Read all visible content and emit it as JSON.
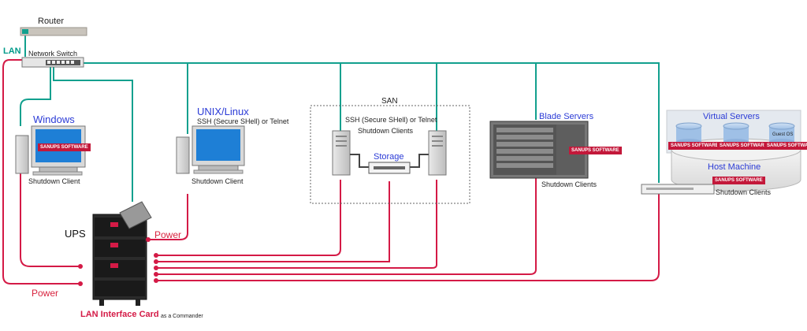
{
  "colors": {
    "lan": "#12a08e",
    "power": "#d41a46",
    "label_blue": "#2b3bd6",
    "badge": "#c3183a"
  },
  "labels": {
    "router": "Router",
    "lan": "LAN",
    "network_switch": "Network Switch",
    "windows": "Windows",
    "unix_linux": "UNIX/Linux",
    "ssh_telnet": "SSH (Secure SHell) or Telnet",
    "ssh_telnet_san": "SSH (Secure SHell) or Telnet",
    "san": "SAN",
    "shutdown_clients_san": "Shutdown Clients",
    "storage": "Storage",
    "blade_servers": "Blade Servers",
    "virtual_servers": "Virtual Servers",
    "guest_os": "Guest OS",
    "host_machine": "Host Machine",
    "shutdown_client_windows": "Shutdown Client",
    "shutdown_client_unix": "Shutdown Client",
    "shutdown_clients_blade": "Shutdown Clients",
    "shutdown_clients_host": "Shutdown Clients",
    "ups": "UPS",
    "power_mid": "Power",
    "power_left": "Power",
    "lan_interface_card": "LAN Interface Card",
    "as_commander": "as a Commander"
  },
  "badges": {
    "windows": "SANUPS SOFTWARE",
    "blade": "SANUPS SOFTWARE",
    "vm1": "SANUPS SOFTWARE",
    "vm2": "SANUPS SOFTWARE",
    "vm3": "SANUPS SOFTWARE",
    "host": "SANUPS SOFTWARE"
  }
}
